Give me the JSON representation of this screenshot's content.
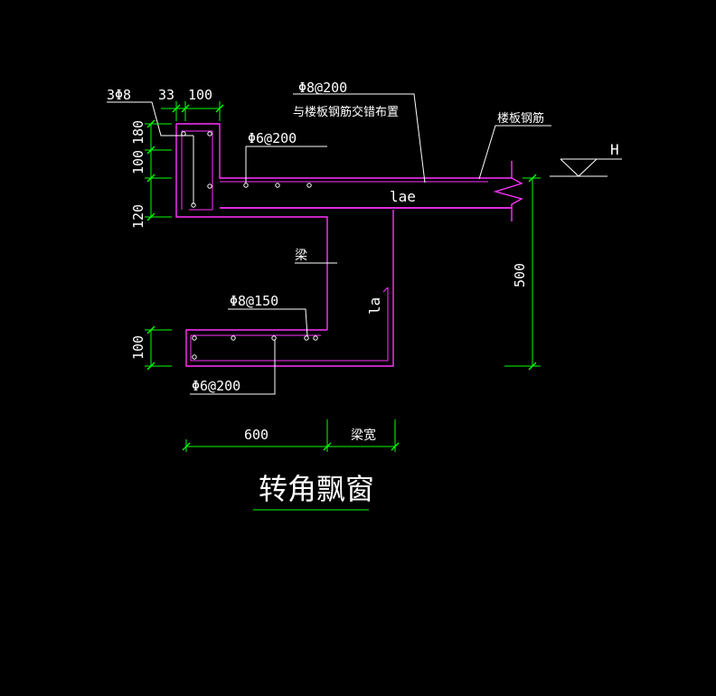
{
  "colors": {
    "background": "#000000",
    "concrete": "#ff33ff",
    "dimension": "#00ff00",
    "leader": "#ffffff",
    "text": "#ffffff"
  },
  "labels": {
    "top_left_bars": "3Φ8",
    "dim_33": "33",
    "dim_100_top": "100",
    "top_bar_spec": "Φ8@200",
    "top_bar_note": "与楼板钢筋交错布置",
    "slab_rebar": "楼板钢筋",
    "level_mark": "H",
    "upper_dist_bar": "Φ6@200",
    "lae": "lae",
    "beam": "梁",
    "la": "la",
    "lower_bar_spec": "Φ8@150",
    "lower_dist_bar": "Φ6@200",
    "dim_180": "180",
    "dim_100_left": "100",
    "dim_120": "120",
    "dim_100_bottom": "100",
    "dim_500": "500",
    "dim_600": "600",
    "beam_width": "梁宽",
    "title": "转角飘窗"
  }
}
